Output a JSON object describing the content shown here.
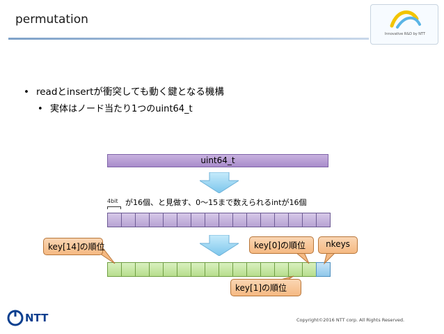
{
  "slide": {
    "title": "permutation",
    "logo_caption": "Innovative R&D by NTT",
    "bullets": [
      {
        "text": "readとinsertが衝突しても動く鍵となる機構"
      },
      {
        "text": "実体はノード当たり1つのuint64_t"
      }
    ],
    "bar_label": "uint64_t",
    "bit_label": "4bit",
    "description": "が16個、と見做す、0〜15まで数えられるintが16個",
    "callouts": {
      "key14": "key[14]の順位",
      "key0": "key[0]の順位",
      "nkeys": "nkeys",
      "key1": "key[1]の順位"
    },
    "footer": {
      "company": "NTT",
      "copyright": "Copyright©2016 NTT corp. All Rights Reserved."
    },
    "colors": {
      "purple": "#b7a2d3",
      "green": "#b7de8d",
      "blue": "#8fc7ea",
      "callout": "#f5b982",
      "arrow": "#9ed6f2",
      "brand": "#0b3f8f"
    }
  }
}
